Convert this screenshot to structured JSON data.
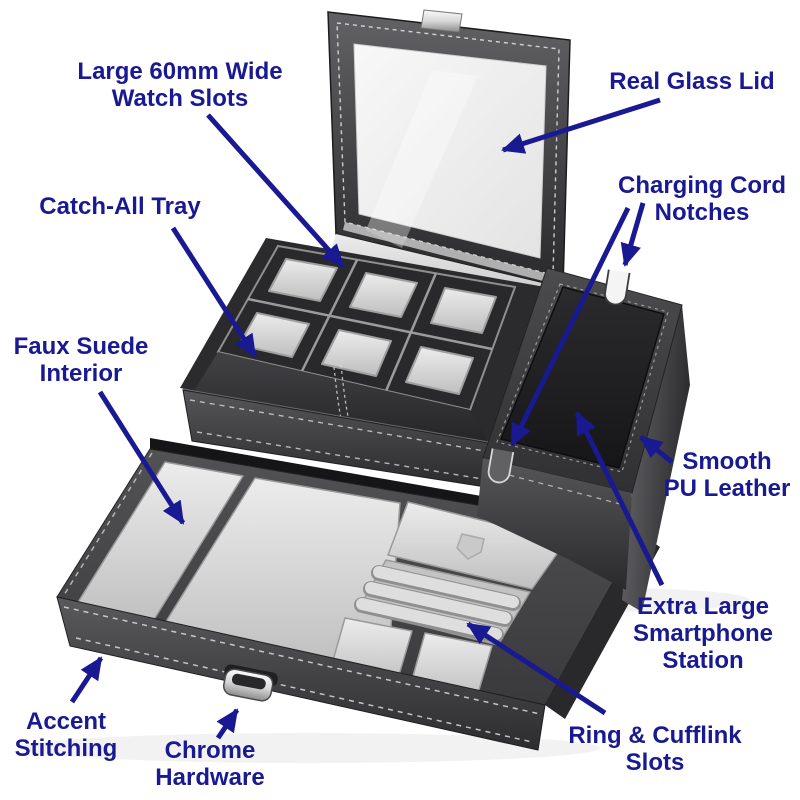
{
  "annotations": {
    "watch_slots": {
      "label": "Large 60mm Wide\nWatch Slots"
    },
    "glass_lid": {
      "label": "Real Glass Lid"
    },
    "charging_notches": {
      "label": "Charging Cord\nNotches"
    },
    "catch_all_tray": {
      "label": "Catch-All Tray"
    },
    "faux_suede": {
      "label": "Faux Suede\nInterior"
    },
    "smooth_pu": {
      "label": "Smooth\nPU Leather"
    },
    "smartphone_station": {
      "label": "Extra Large\nSmartphone\nStation"
    },
    "ring_cufflink": {
      "label": "Ring & Cufflink\nSlots"
    },
    "accent_stitching": {
      "label": "Accent\nStitching"
    },
    "chrome_hardware": {
      "label": "Chrome\nHardware"
    }
  },
  "colors": {
    "annotation_navy": "#191992",
    "leather_dark": "#2e2e30",
    "suede_gray": "#d6d6d6",
    "glass_white": "#f2f2f2",
    "background": "#ffffff"
  }
}
